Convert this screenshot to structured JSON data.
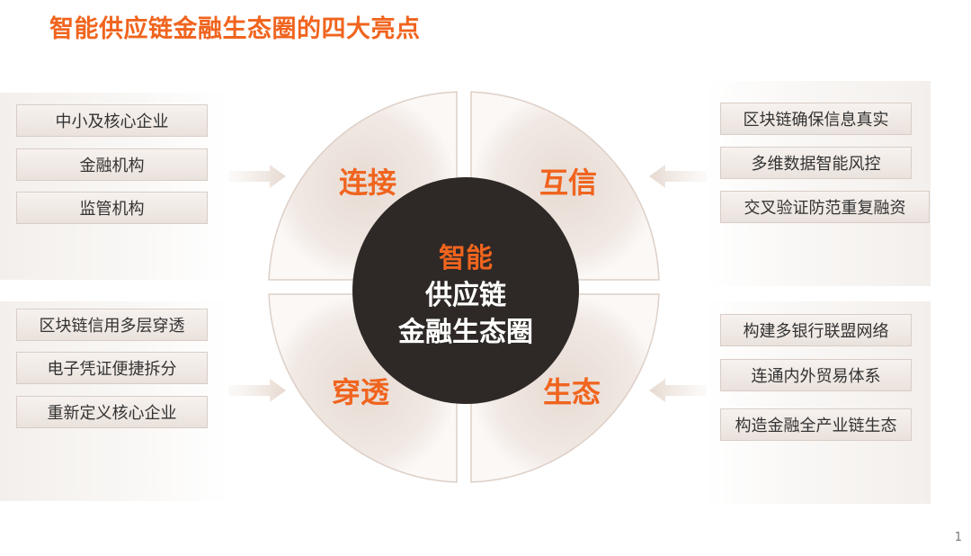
{
  "title": "智能供应链金融生态圈的四大亮点",
  "center": {
    "line1": "智能",
    "line2": "供应链",
    "line3": "金融生态圈"
  },
  "quadrants": {
    "top_left": "连接",
    "top_right": "互信",
    "bottom_left": "穿透",
    "bottom_right": "生态"
  },
  "groups": {
    "top_left": [
      "中小及核心企业",
      "金融机构",
      "监管机构"
    ],
    "top_right": [
      "区块链确保信息真实",
      "多维数据智能风控",
      "交叉验证防范重复融资"
    ],
    "bottom_left": [
      "区块链信用多层穿透",
      "电子凭证便捷拆分",
      "重新定义核心企业"
    ],
    "bottom_right": [
      "构建多银行联盟网络",
      "连通内外贸易体系",
      "构造金融全产业链生态"
    ]
  },
  "page_number": "1",
  "colors": {
    "accent": "#f0641e",
    "center_circle": "#2e2926",
    "quadrant_fill": "#efe5de"
  }
}
